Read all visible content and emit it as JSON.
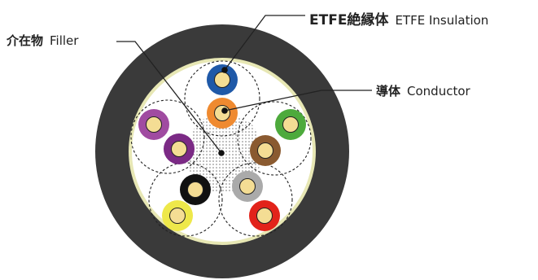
{
  "labels": {
    "filler": {
      "jp": "介在物",
      "en": "Filler"
    },
    "insulation": {
      "jp": "ETFE絶縁体",
      "en": "ETFE Insulation"
    },
    "conductor": {
      "jp": "導体",
      "en": "Conductor"
    }
  },
  "colors": {
    "jacket": "#3a3a3a",
    "shield": "#e7e7b4",
    "core_background": "#ffffff",
    "conductor": "#f4dd94",
    "filler_dots": "#6a6a6a",
    "leader_line": "#222222"
  },
  "wires": [
    {
      "name": "blue",
      "color": "#1f59a8"
    },
    {
      "name": "orange",
      "color": "#ef8a30"
    },
    {
      "name": "green",
      "color": "#4daa3c"
    },
    {
      "name": "brown",
      "color": "#8a5a30"
    },
    {
      "name": "gray",
      "color": "#aaaaaa"
    },
    {
      "name": "red",
      "color": "#e2231a"
    },
    {
      "name": "black",
      "color": "#111111"
    },
    {
      "name": "yellow",
      "color": "#eee84a"
    },
    {
      "name": "purple-light",
      "color": "#a04ba1"
    },
    {
      "name": "purple-dark",
      "color": "#7b2a85"
    }
  ]
}
